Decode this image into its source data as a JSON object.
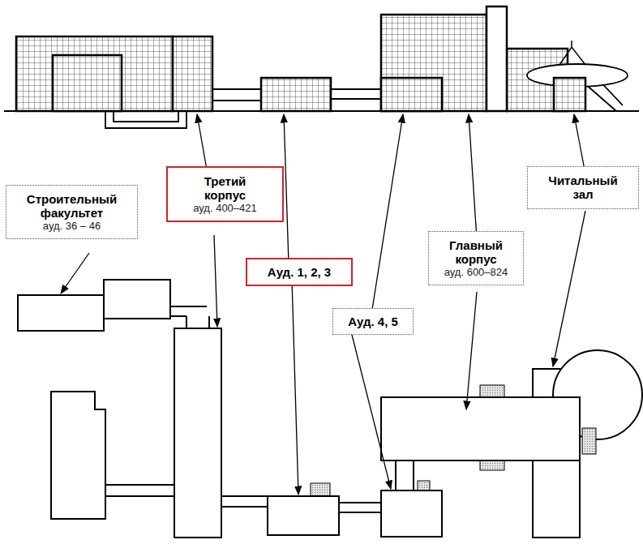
{
  "diagram": {
    "nodes": [
      {
        "text": [
          "Строительный факультет",
          "ауд. 36 – 46"
        ]
      },
      {
        "text": [
          "Третий корпус",
          "ауд. 400–421"
        ]
      },
      {
        "text": [
          "Ауд. 1, 2, 3"
        ]
      },
      {
        "text": [
          "Ауд. 4, 5"
        ]
      },
      {
        "text": [
          "Главный корпус",
          "ауд. 600–824"
        ]
      },
      {
        "text": [
          "Читальный зал"
        ]
      }
    ],
    "edges": []
  }
}
